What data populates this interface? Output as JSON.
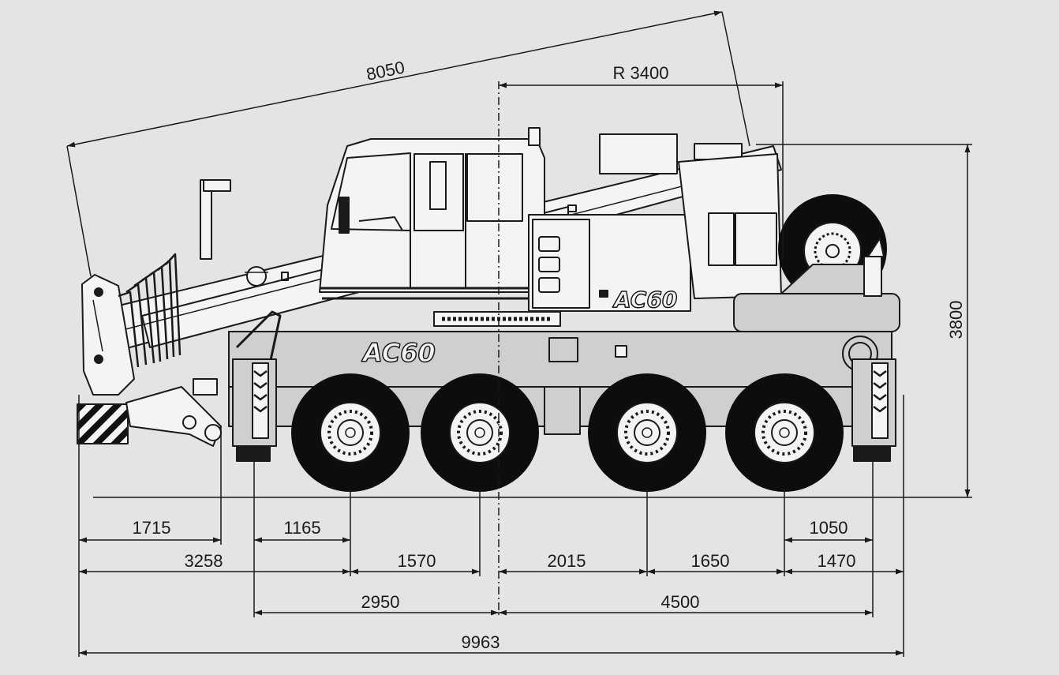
{
  "model_logo": "AC60",
  "colors": {
    "background": "#e3e4e6",
    "line": "#1a1a1a",
    "body_fill": "#f4f4f4",
    "chassis_fill": "#cfcfd1",
    "tire_fill": "#0d0d0d"
  },
  "dimensions": {
    "boom_length": "8050",
    "radius": "R 3400",
    "height": "3800",
    "front_overhang_1": "1715",
    "front_outrigger": "1165",
    "rear_outrigger": "1050",
    "front_to_axle2": "3258",
    "axle1_axle2": "1570",
    "axle2_axle3": "2015",
    "axle3_axle4": "1650",
    "rear_overhang": "1470",
    "outrigger_to_center": "2950",
    "center_to_outrigger": "4500",
    "overall_length": "9963"
  }
}
